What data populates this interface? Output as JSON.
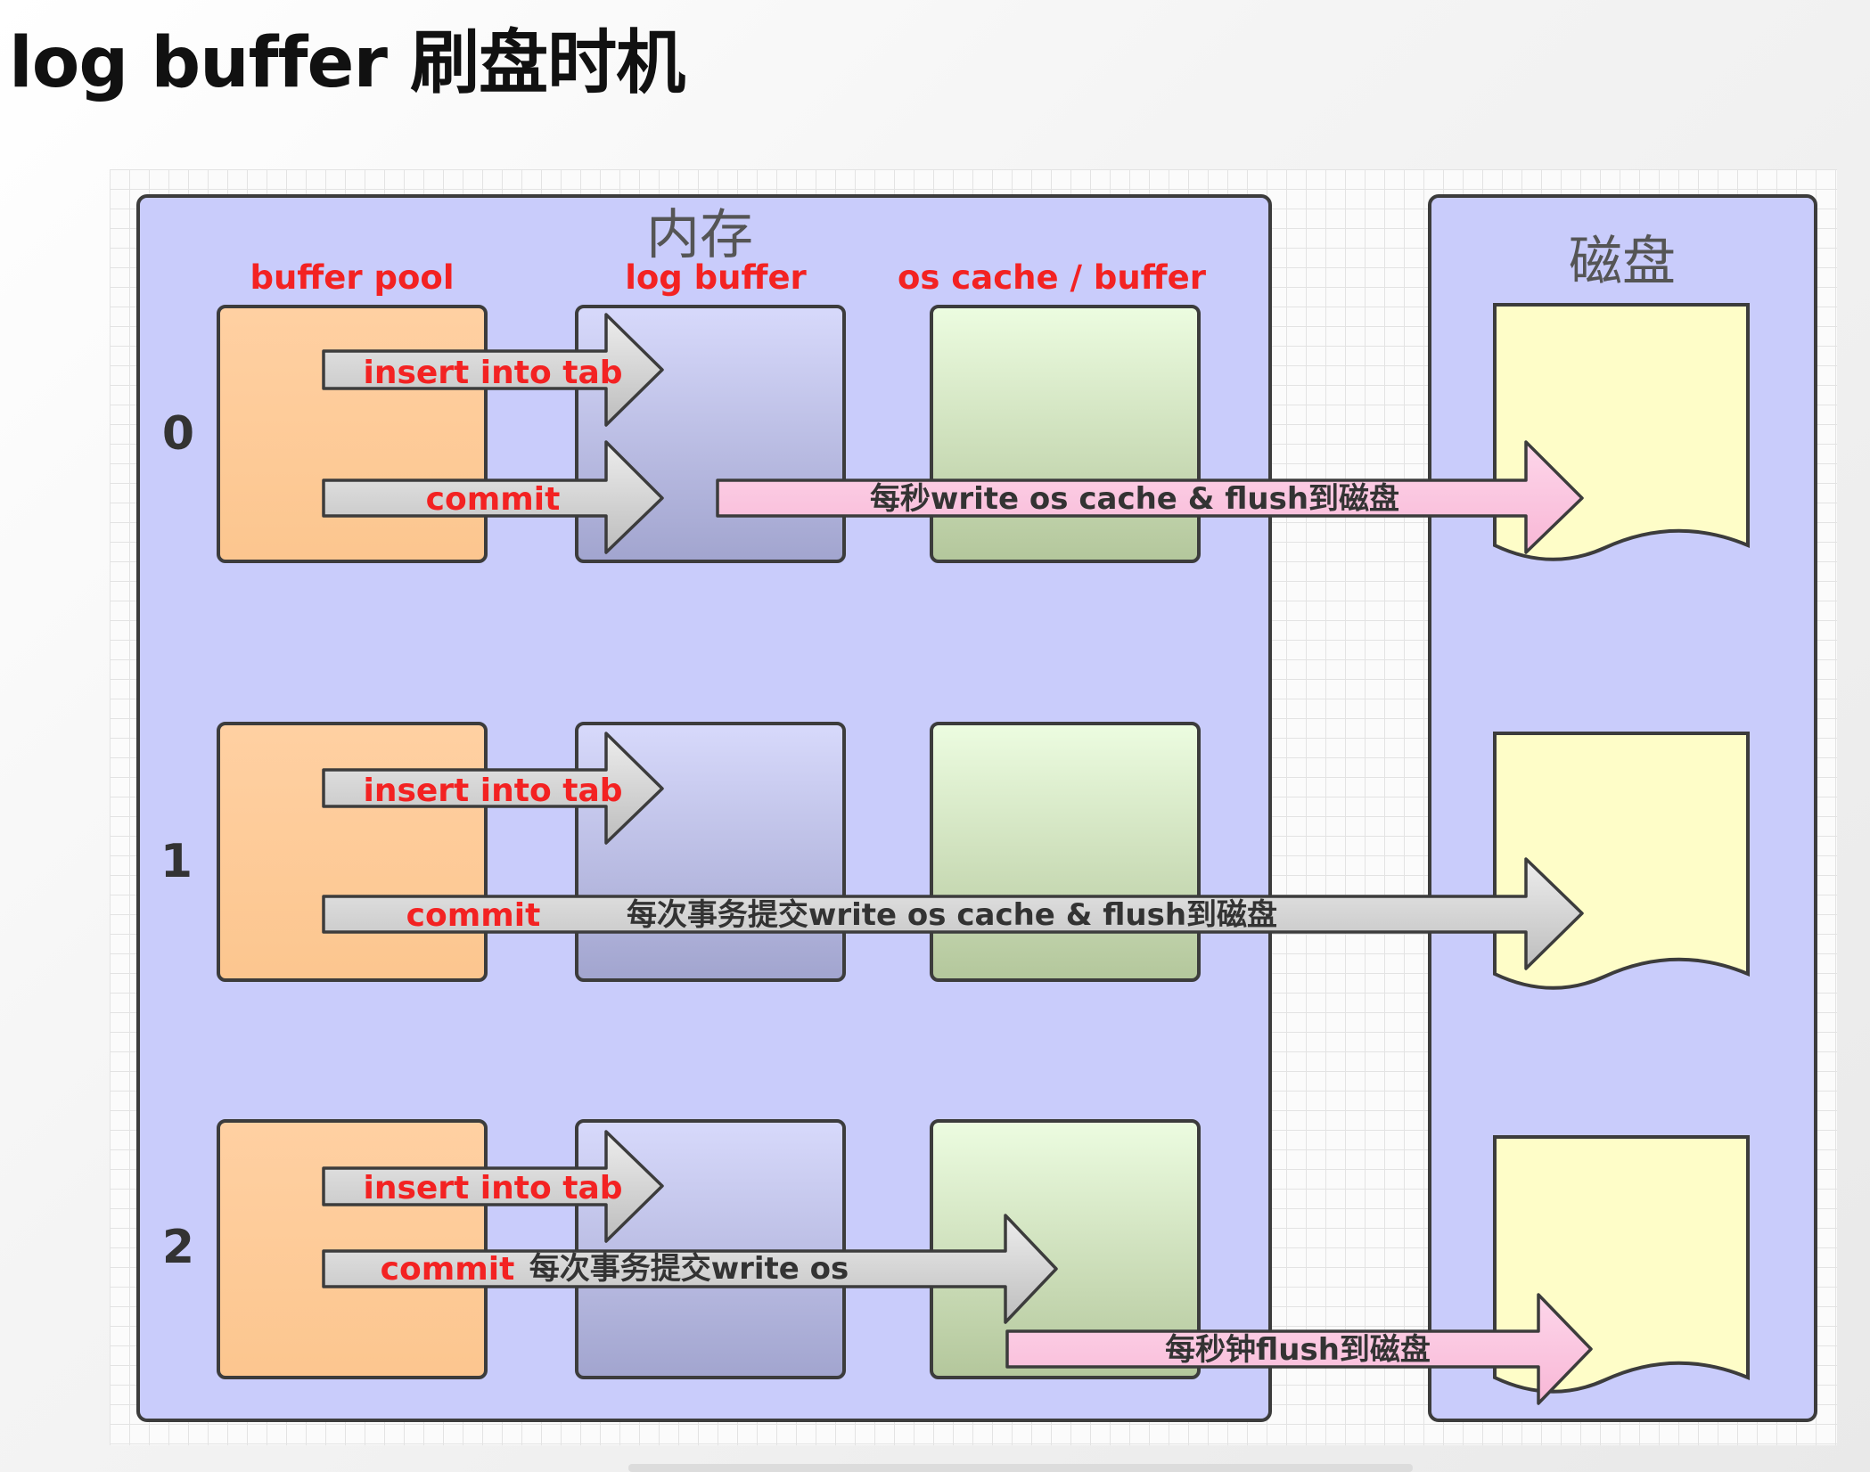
{
  "title": "log buffer 刷盘时机",
  "memory_label": "内存",
  "disk_label": "磁盘",
  "columns": {
    "buffer_pool": "buffer pool",
    "log_buffer": "log buffer",
    "os_cache": "os cache / buffer"
  },
  "rows": [
    {
      "number": "0",
      "insert_label": "insert into tab",
      "commit_label": "commit",
      "flush_label": "每秒write os cache & flush到磁盘"
    },
    {
      "number": "1",
      "insert_label": "insert into tab",
      "commit_label": "commit",
      "flush_label": "每次事务提交write os cache & flush到磁盘"
    },
    {
      "number": "2",
      "insert_label": "insert into tab",
      "commit_label": "commit",
      "write_label": "每次事务提交write os",
      "flush_label": "每秒钟flush到磁盘"
    }
  ],
  "colors": {
    "panel": "#c9ccfb",
    "buffer_pool": "#fcc68f",
    "log_buffer": "#a2a5cf",
    "os_cache": "#b4c79c",
    "disk_doc": "#fefdc8",
    "gray_arrow": "#c9c9c9",
    "pink_arrow": "#fbc2de",
    "label_red": "#f32222"
  }
}
